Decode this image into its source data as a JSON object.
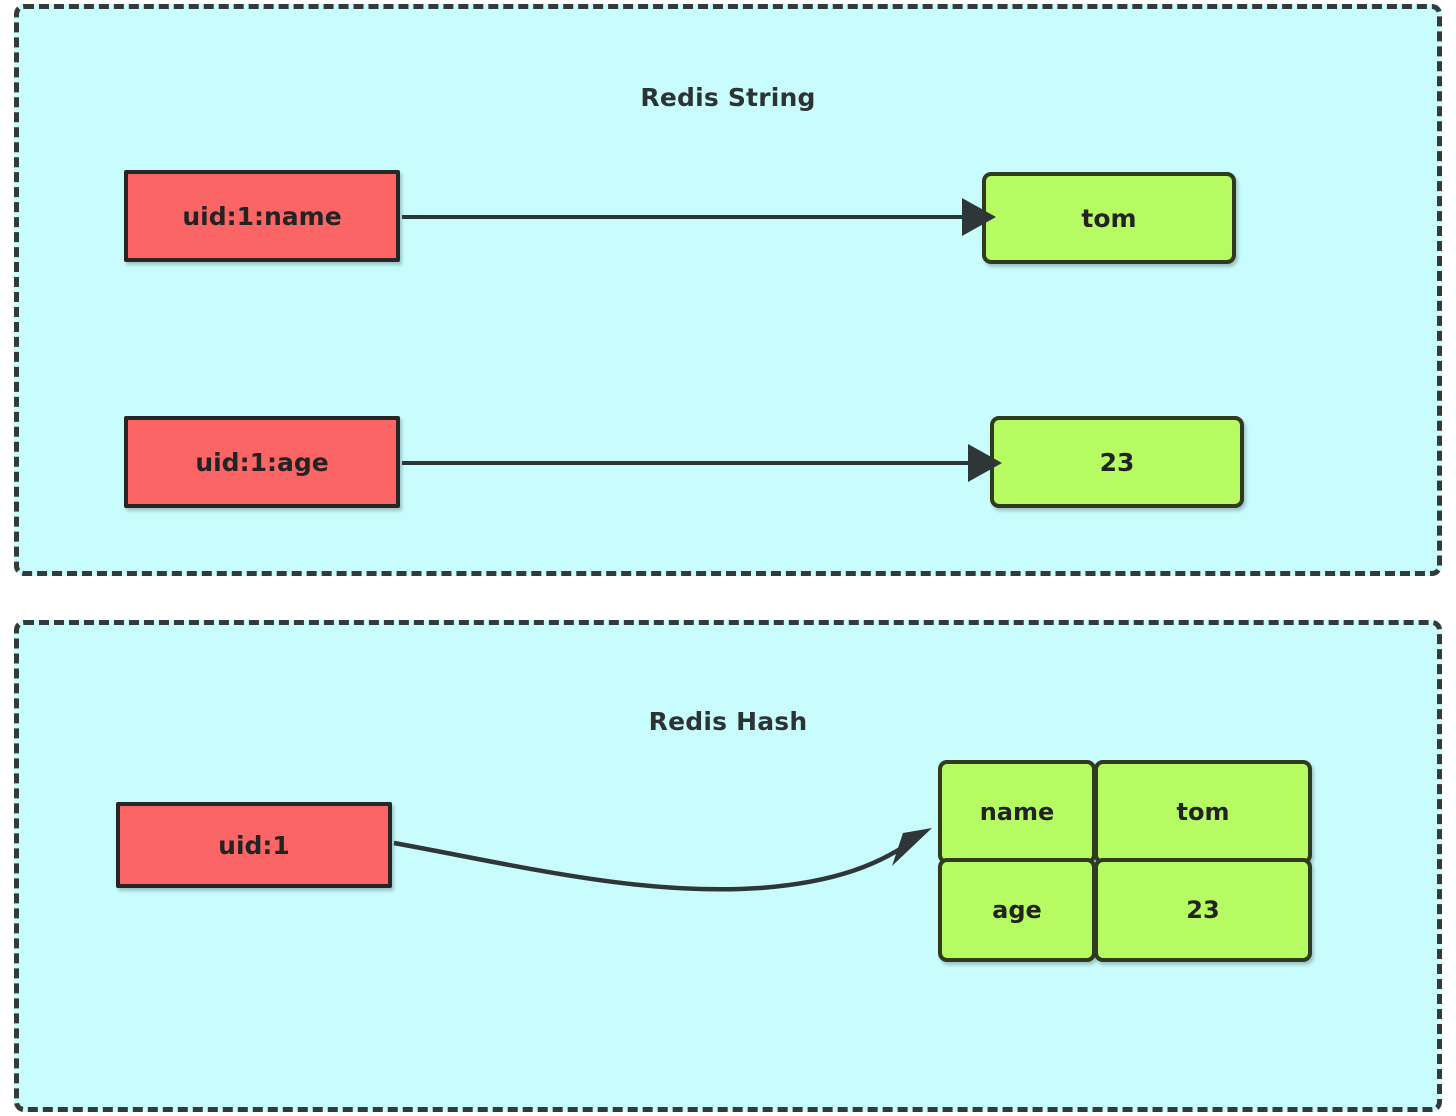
{
  "diagram": {
    "panels": [
      {
        "id": "string",
        "title": "Redis String",
        "pairs": [
          {
            "key": "uid:1:name",
            "value": "tom"
          },
          {
            "key": "uid:1:age",
            "value": "23"
          }
        ]
      },
      {
        "id": "hash",
        "title": "Redis Hash",
        "key": "uid:1",
        "fields": [
          {
            "field": "name",
            "value": "tom"
          },
          {
            "field": "age",
            "value": "23"
          }
        ]
      }
    ]
  },
  "colors": {
    "panel_background": "#c9fcfc",
    "panel_border": "#333a3a",
    "key_fill": "#fb6565",
    "key_border": "#262626",
    "value_fill": "#b6fb62",
    "value_border": "#2f3a1f",
    "arrow": "#2f3638",
    "text": "#232323",
    "page_background": "#ffffff"
  },
  "icons": {
    "arrow_string_name": "arrow-right-icon",
    "arrow_string_age": "arrow-right-icon",
    "arrow_hash": "curved-arrow-right-icon"
  }
}
